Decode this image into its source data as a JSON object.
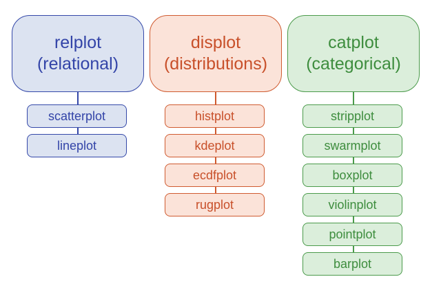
{
  "groups": [
    {
      "title_line1": "relplot",
      "title_line2": "(relational)",
      "color": "#3347a8",
      "fill": "#dce3f1",
      "items": [
        "scatterplot",
        "lineplot"
      ]
    },
    {
      "title_line1": "displot",
      "title_line2": "(distributions)",
      "color": "#cf5a2f",
      "fill": "#fbe3d9",
      "items": [
        "histplot",
        "kdeplot",
        "ecdfplot",
        "rugplot"
      ]
    },
    {
      "title_line1": "catplot",
      "title_line2": "(categorical)",
      "color": "#4a9a4a",
      "fill": "#dbeedb",
      "items": [
        "stripplot",
        "swarmplot",
        "boxplot",
        "violinplot",
        "pointplot",
        "barplot"
      ]
    }
  ]
}
